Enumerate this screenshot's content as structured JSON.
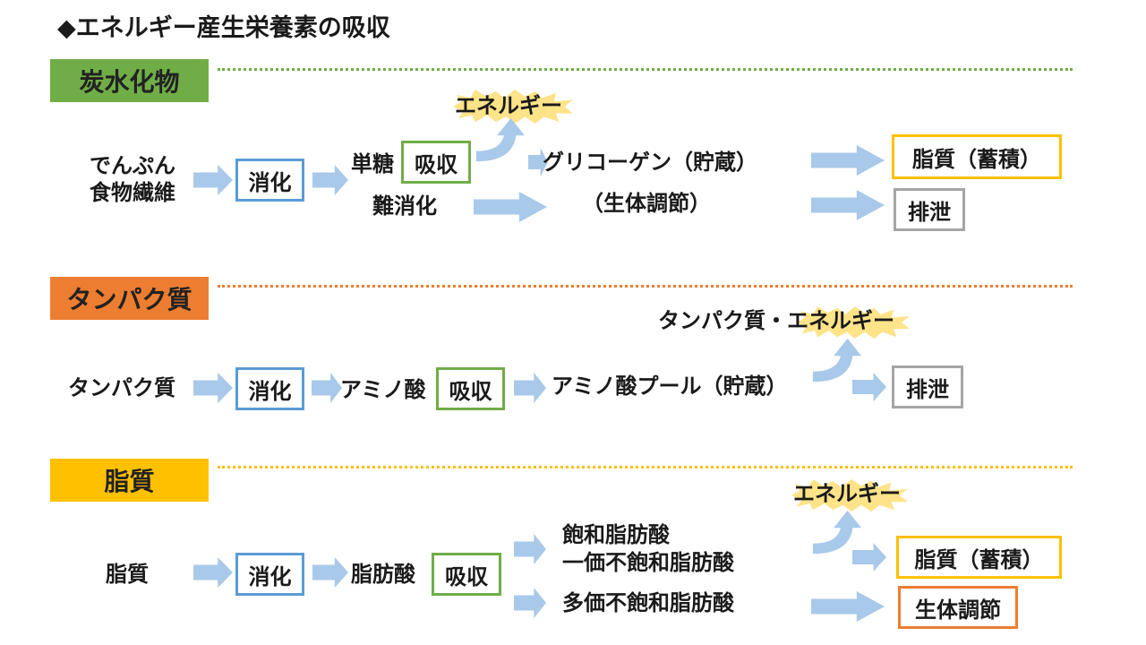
{
  "title": "◆エネルギー産生栄養素の吸収",
  "carb": {
    "label": "炭水化物",
    "source_line1": "でんぷん",
    "source_line2": "食物繊維",
    "digest": "消化",
    "monosaccharide": "単糖",
    "absorb": "吸収",
    "indigestible": "難消化",
    "energy": "エネルギー",
    "glycogen": "グリコーゲン（貯蔵）",
    "regulation": "（生体調節）",
    "fat_storage": "脂質（蓄積）",
    "excretion": "排泄"
  },
  "protein": {
    "label": "タンパク質",
    "source": "タンパク質",
    "digest": "消化",
    "amino": "アミノ酸",
    "absorb": "吸収",
    "pool": "アミノ酸プール（貯蔵）",
    "energy_prefix": "タンパク質・",
    "energy": "エネルギー",
    "excretion": "排泄"
  },
  "fat": {
    "label": "脂質",
    "source": "脂質",
    "digest": "消化",
    "fatty_acid": "脂肪酸",
    "absorb": "吸収",
    "sfa": "飽和脂肪酸",
    "mufa": "一価不飽和脂肪酸",
    "pufa": "多価不飽和脂肪酸",
    "energy": "エネルギー",
    "fat_storage": "脂質（蓄積）",
    "regulation": "生体調節"
  },
  "colors": {
    "arrow": "#a9c9ea",
    "starburst": "#ffe389",
    "carb_green": "#70ad47",
    "protein_orange": "#ed7d31",
    "fat_yellow": "#ffc000",
    "digest_blue": "#5b9bd5",
    "gray": "#a5a5a5"
  }
}
